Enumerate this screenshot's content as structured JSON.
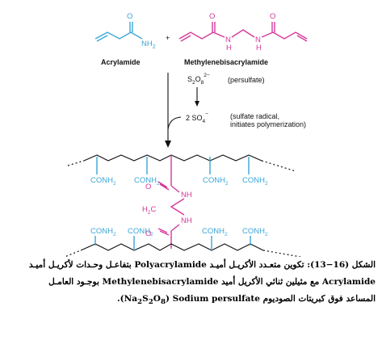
{
  "reactants": {
    "acrylamide": {
      "name": "Acrylamide",
      "o": "O",
      "nh2": "NH",
      "nh2_sub": "2"
    },
    "plus": "+",
    "crosslinker": {
      "name": "Methylenebisacrylamide",
      "o_left": "O",
      "o_right": "O",
      "h_left": "H",
      "n_left": "N",
      "h_right": "H",
      "n_right": "N"
    }
  },
  "reagent": {
    "persulfate_main": "S",
    "persulfate_sub": "2",
    "persulfate_o": "O",
    "persulfate_o_sub": "8",
    "persulfate_charge": "2−",
    "persulfate_label": "(persulfate)",
    "radical_prefix": "2 SO",
    "radical_sub": "4",
    "radical_sup": "−",
    "radical_note_1": "(sulfate radical,",
    "radical_note_2": "initiates polymerization)"
  },
  "polymer": {
    "conh2_a": "CONH",
    "conh2_sub": "2",
    "o": "O",
    "nh": "NH",
    "h2c_main": "H",
    "h2c_sub": "2",
    "h2c_c": "C"
  },
  "caption": {
    "line1_a": "الشكل (16−13): تكوين متعـدد الأكريـل أميـد ",
    "line1_b": "Polyacrylamide",
    "line1_c": " بتفاعـل وحـدات لأكريـل أميـد",
    "line2_a": "Acrylamide",
    "line2_b": " مع مثيلين ثنائي الأكريل أميد ",
    "line2_c": "Methylenebisacrylamide",
    "line2_d": " بوجـود العامـل",
    "line3_a": "المساعد فوق كبريتات الصوديوم ",
    "line3_b": "(Na",
    "line3_c": "2",
    "line3_d": "S",
    "line3_e": "2",
    "line3_f": "O",
    "line3_g": "8",
    "line3_h": ") ",
    "line3_i": "Sodium persulfate",
    "line3_j": "."
  }
}
